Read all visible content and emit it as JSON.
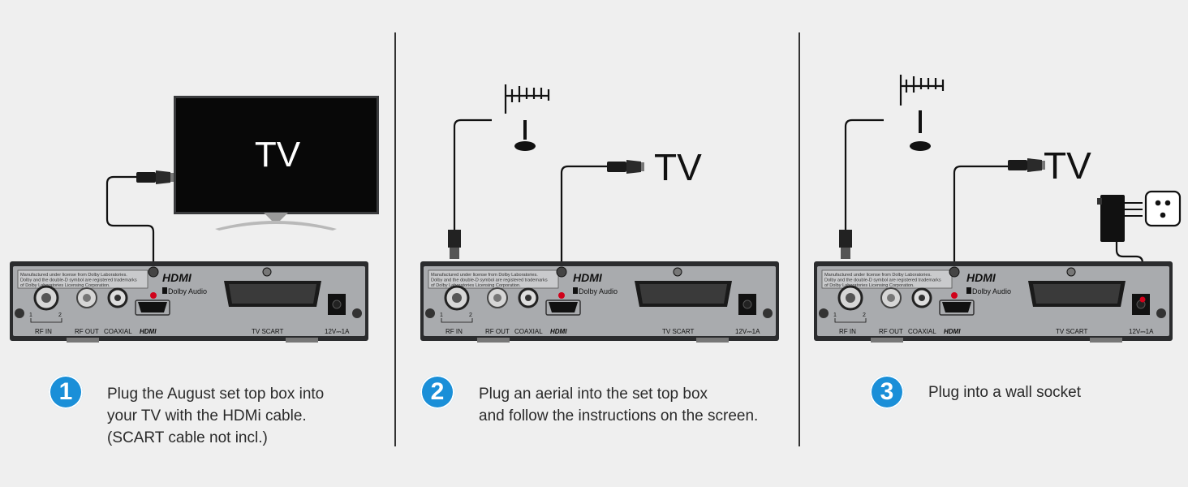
{
  "panels": [
    {
      "tv_label": "TV",
      "step_number": "1",
      "instruction_lines": [
        "Plug the August set top box into",
        "your TV with the HDMi cable.",
        "(SCART cable not incl.)"
      ]
    },
    {
      "tv_label": "TV",
      "step_number": "2",
      "instruction_lines": [
        "Plug an aerial into the set top box",
        "and follow the instructions on the screen."
      ]
    },
    {
      "tv_label": "TV",
      "step_number": "3",
      "instruction_lines": [
        "Plug into a wall socket"
      ]
    }
  ],
  "set_top_box": {
    "license_text": [
      "Manufactured under license from Dolby Laboratories.",
      "Dolby and the double-D symbol are registered trademarks",
      "of Dolby Laboratories Licensing Corporation."
    ],
    "hdmi_logo": "HDMI",
    "dolby_logo": "Dolby Audio",
    "port_labels": {
      "rf_in": "RF IN",
      "rf_in_1": "1",
      "rf_in_2": "2",
      "rf_out": "RF OUT",
      "coaxial": "COAXIAL",
      "hdmi": "HDMI",
      "tv_scart": "TV SCART",
      "power": "12V⎓1A"
    }
  },
  "colors": {
    "badge": "#1a8fd8",
    "background": "#efefef",
    "box_body": "#a9abae",
    "port_dot": "#d0021b"
  },
  "icons": [
    "tv-icon",
    "aerial-icon",
    "hdmi-plug-icon",
    "rf-plug-icon",
    "power-adapter-icon",
    "wall-socket-icon"
  ]
}
